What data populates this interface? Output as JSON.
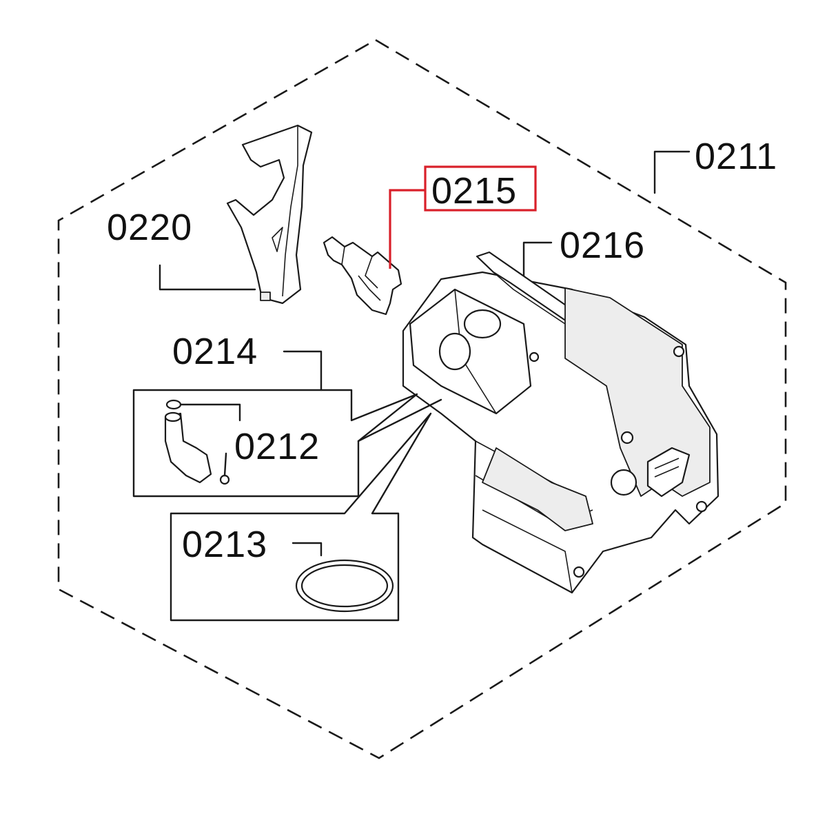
{
  "diagram": {
    "callouts": {
      "c0211": "0211",
      "c0212": "0212",
      "c0213": "0213",
      "c0214": "0214",
      "c0215": "0215",
      "c0216": "0216",
      "c0220": "0220"
    },
    "highlight_color": "#d9202a"
  }
}
